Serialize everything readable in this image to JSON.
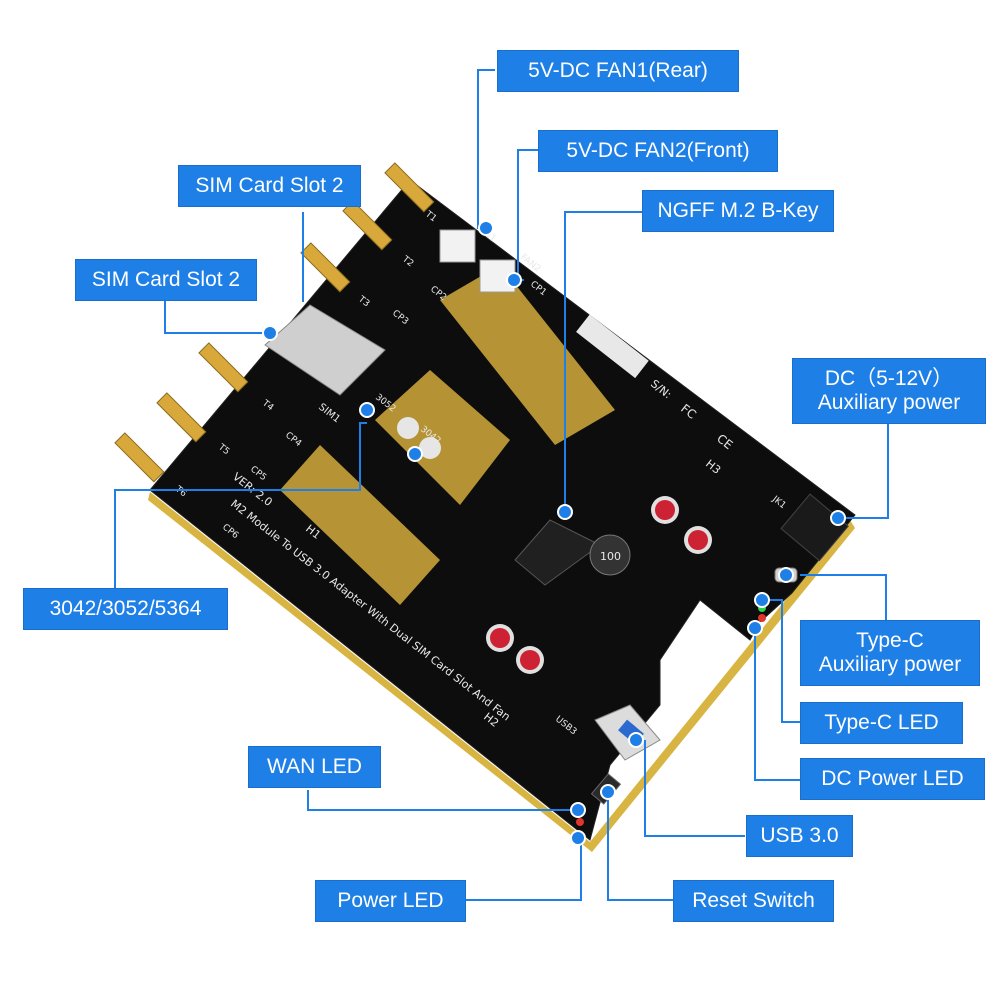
{
  "labels": {
    "fan1": "5V-DC FAN1(Rear)",
    "fan2": "5V-DC FAN2(Front)",
    "ngff": "NGFF M.2 B-Key",
    "sim_top": "SIM Card Slot 2",
    "sim_second": "SIM Card Slot 2",
    "dc_line1": "DC（5-12V）",
    "dc_line2": "Auxiliary power",
    "form_factors": "3042/3052/5364",
    "typec_line1": "Type-C",
    "typec_line2": "Auxiliary power",
    "typec_led": "Type-C LED",
    "dc_power_led": "DC Power LED",
    "wan_led": "WAN LED",
    "usb3": "USB 3.0",
    "power_led": "Power LED",
    "reset_switch": "Reset Switch"
  },
  "colors": {
    "label_bg": "#1e7fe6",
    "label_text": "#ffffff",
    "pcb": "#0d0d0d",
    "gold": "#d8b542",
    "leader_line": "#1e7fe6"
  },
  "board": {
    "silkscreen_main": "M2 Module To USB 3.0 Adapter With Dual SIM Card Slot And Fan",
    "version": "VER: 2.0",
    "ce": "CE",
    "fc": "FC",
    "sn": "S/N:",
    "sim1": "SIM1",
    "fan1": "FAN1",
    "fan2": "FAN2",
    "h1": "H1",
    "h2": "H2",
    "h3": "H3",
    "cp1": "CP1",
    "cp2": "CP2",
    "cp3": "CP3",
    "cp4": "CP4",
    "cp5": "CP5",
    "cp6": "CP6",
    "t1": "T1",
    "t2": "T2",
    "t3": "T3",
    "t4": "T4",
    "t5": "T5",
    "t6": "T6",
    "pos_3052": "3052",
    "pos_3042": "3042",
    "jk1": "JK1",
    "usb3_ref": "USB3",
    "inductor": "100"
  },
  "icons": {
    "pointer_dot": "circle-marker"
  }
}
